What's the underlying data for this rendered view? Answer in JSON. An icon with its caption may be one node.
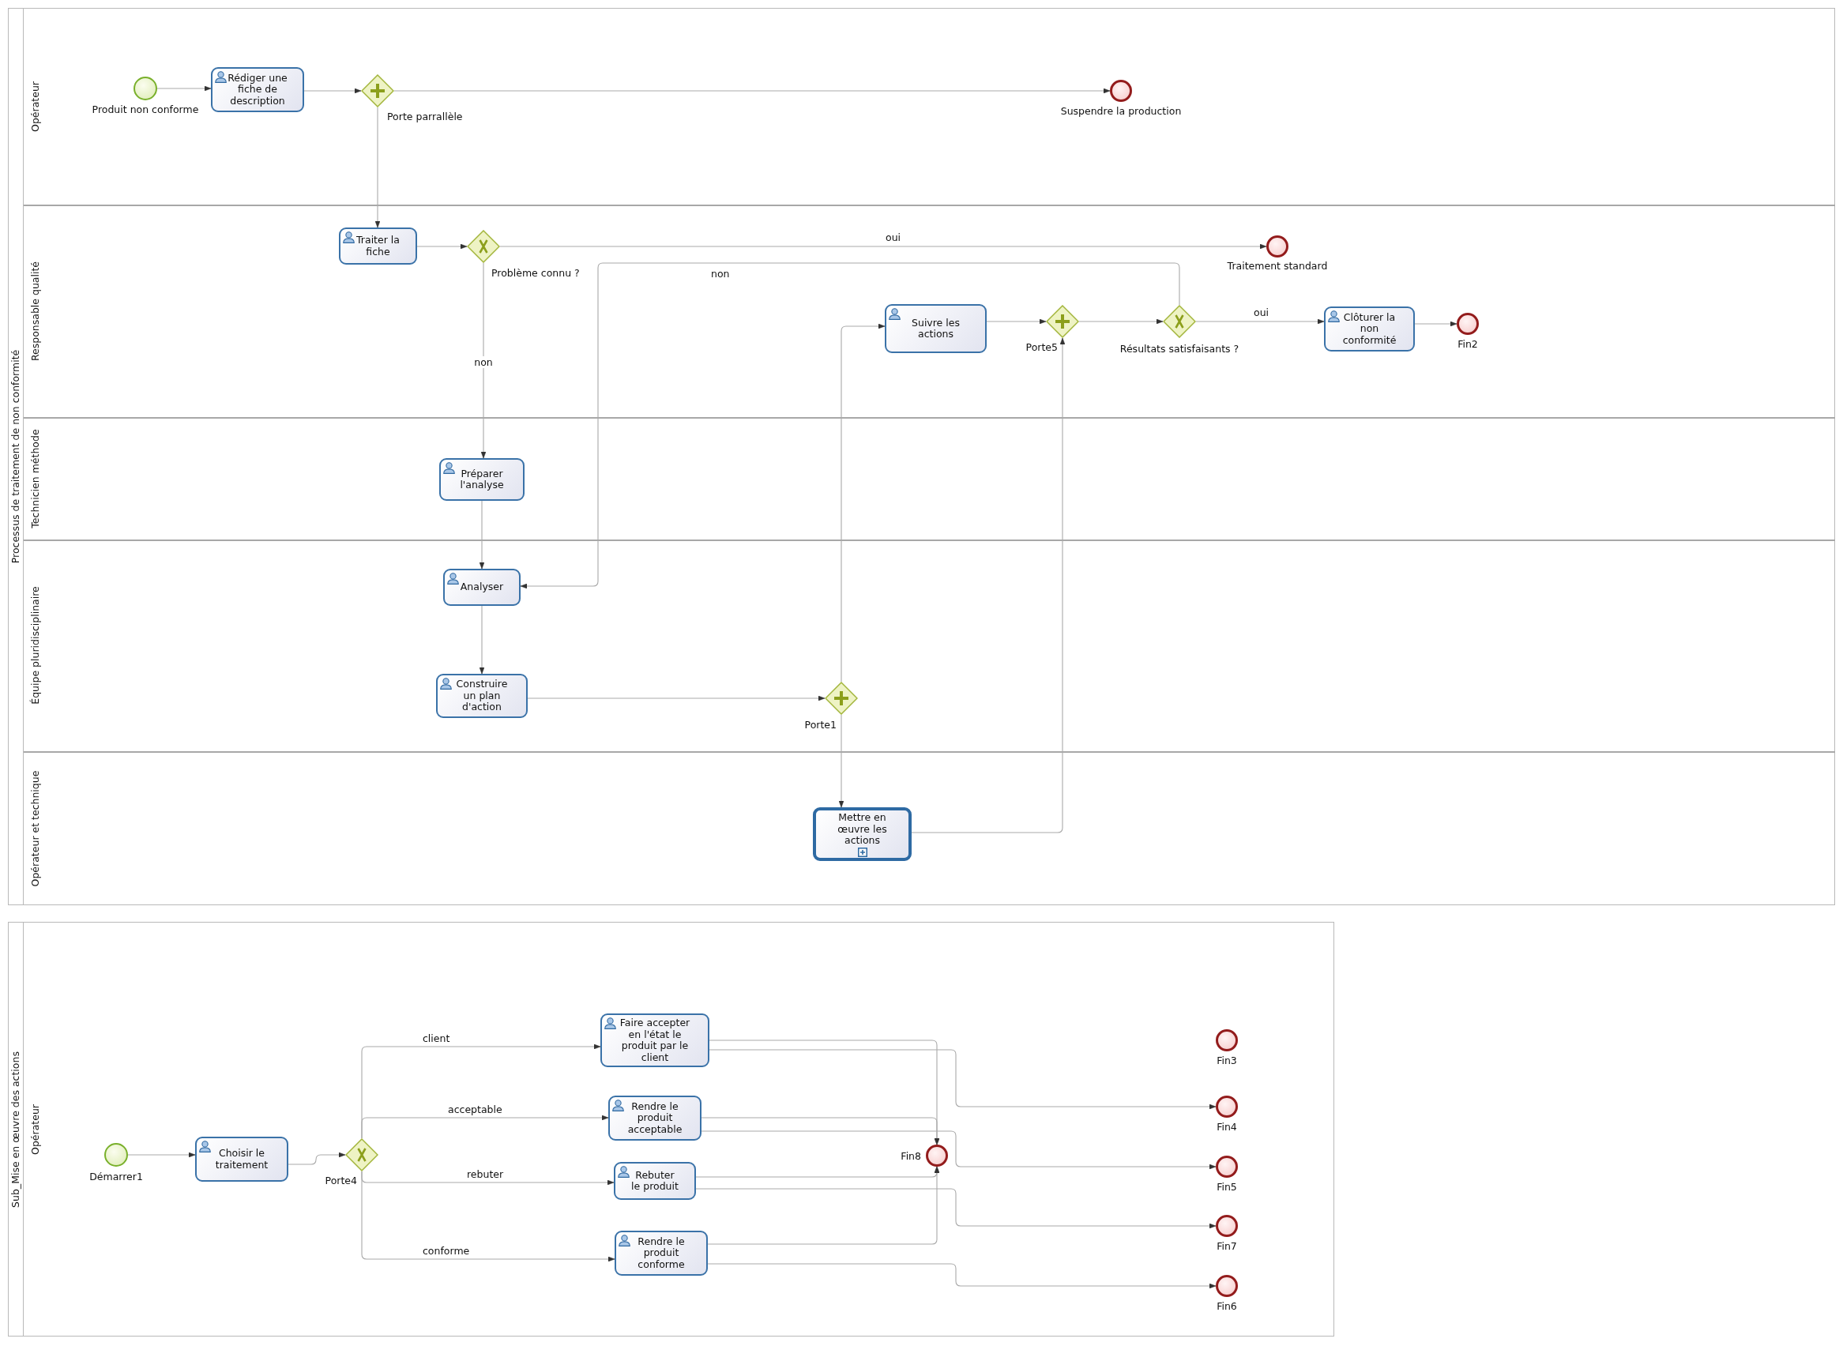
{
  "diagram": {
    "nodes": [
      {
        "text": [
          "Processus de traitement de non conformité"
        ]
      },
      {
        "text": [
          "Opérateur"
        ],
        "in": 0
      },
      {
        "text": [],
        "shape": "circle",
        "beside": [
          "Produit non conforme"
        ],
        "in": 1
      },
      {
        "text": [
          "Rédiger une fiche de description"
        ],
        "in": 1
      },
      {
        "text": [],
        "shape": "diamond",
        "beside": [
          "Porte parrallèle"
        ],
        "in": 1
      },
      {
        "text": [],
        "shape": "circle",
        "beside": [
          "Suspendre la production"
        ],
        "in": 1
      },
      {
        "text": [
          "Responsable qualité"
        ],
        "in": 0
      },
      {
        "text": [
          "Traiter la fiche"
        ],
        "in": 6
      },
      {
        "text": [],
        "shape": "diamond",
        "beside": [
          "Problème connu ?"
        ],
        "in": 6
      },
      {
        "text": [],
        "shape": "circle",
        "beside": [
          "Traitement standard"
        ],
        "in": 6
      },
      {
        "text": [
          "Suivre les actions"
        ],
        "in": 6
      },
      {
        "text": [],
        "shape": "diamond",
        "beside": [
          "Porte5"
        ],
        "in": 6
      },
      {
        "text": [],
        "shape": "diamond",
        "beside": [
          "Résultats satisfaisants ?"
        ],
        "in": 6
      },
      {
        "text": [
          "Clôturer la non conformité"
        ],
        "in": 6
      },
      {
        "text": [],
        "shape": "circle",
        "beside": [
          "Fin2"
        ],
        "in": 6
      },
      {
        "text": [
          "Technicien méthode"
        ],
        "in": 0
      },
      {
        "text": [
          "Préparer l'analyse"
        ],
        "in": 15
      },
      {
        "text": [
          "Équipe pluridisciplinaire"
        ],
        "in": 0
      },
      {
        "text": [
          "Analyser"
        ],
        "in": 17
      },
      {
        "text": [
          "Construire un plan d'action"
        ],
        "in": 17
      },
      {
        "text": [],
        "shape": "diamond",
        "beside": [
          "Porte1"
        ],
        "in": 17
      },
      {
        "text": [
          "Opérateur et technique"
        ],
        "in": 0
      },
      {
        "text": [
          "Mettre en œuvre les actions"
        ],
        "in": 21
      },
      {
        "text": [
          "Sub_Mise en œuvre des actions"
        ]
      },
      {
        "text": [
          "Opérateur"
        ],
        "in": 23
      },
      {
        "text": [],
        "shape": "circle",
        "beside": [
          "Démarrer1"
        ],
        "in": 24
      },
      {
        "text": [
          "Choisir le traitement"
        ],
        "in": 24
      },
      {
        "text": [],
        "shape": "diamond",
        "beside": [
          "Porte4"
        ],
        "in": 24
      },
      {
        "text": [
          "Faire accepter en l'état le produit par le client"
        ],
        "in": 24
      },
      {
        "text": [
          "Rendre le produit acceptable"
        ],
        "in": 24
      },
      {
        "text": [
          "Rebuter le produit"
        ],
        "in": 24
      },
      {
        "text": [
          "Rendre le produit conforme"
        ],
        "in": 24
      },
      {
        "text": [],
        "shape": "circle",
        "beside": [
          "Fin8"
        ],
        "in": 24
      },
      {
        "text": [],
        "shape": "circle",
        "beside": [
          "Fin3"
        ],
        "in": 24
      },
      {
        "text": [],
        "shape": "circle",
        "beside": [
          "Fin4"
        ],
        "in": 24
      },
      {
        "text": [],
        "shape": "circle",
        "beside": [
          "Fin5"
        ],
        "in": 24
      },
      {
        "text": [],
        "shape": "circle",
        "beside": [
          "Fin7"
        ],
        "in": 24
      },
      {
        "text": [],
        "shape": "circle",
        "beside": [
          "Fin6"
        ],
        "in": 24
      }
    ],
    "edges": [
      {
        "from": 2,
        "to": 3,
        "arrow": "to"
      },
      {
        "from": 3,
        "to": 4,
        "arrow": "to"
      },
      {
        "from": 4,
        "to": 5,
        "arrow": "to"
      },
      {
        "from": 4,
        "to": 7,
        "arrow": "to"
      },
      {
        "from": 7,
        "to": 8,
        "arrow": "to"
      },
      {
        "from": 8,
        "to": 9,
        "arrow": "to",
        "label": "oui"
      },
      {
        "from": 8,
        "to": 16,
        "arrow": "to",
        "label": "non"
      },
      {
        "from": 16,
        "to": 18,
        "arrow": "to"
      },
      {
        "from": 12,
        "to": 18,
        "arrow": "to",
        "label": "non"
      },
      {
        "from": 18,
        "to": 19,
        "arrow": "to"
      },
      {
        "from": 19,
        "to": 20,
        "arrow": "to"
      },
      {
        "from": 20,
        "to": 10,
        "arrow": "to"
      },
      {
        "from": 20,
        "to": 22,
        "arrow": "to"
      },
      {
        "from": 22,
        "to": 11,
        "arrow": "to"
      },
      {
        "from": 10,
        "to": 11,
        "arrow": "to"
      },
      {
        "from": 11,
        "to": 12,
        "arrow": "to"
      },
      {
        "from": 12,
        "to": 13,
        "arrow": "to",
        "label": "oui"
      },
      {
        "from": 13,
        "to": 14,
        "arrow": "to"
      },
      {
        "from": 25,
        "to": 26,
        "arrow": "to"
      },
      {
        "from": 26,
        "to": 27,
        "arrow": "to"
      },
      {
        "from": 27,
        "to": 28,
        "arrow": "to",
        "label": "client"
      },
      {
        "from": 27,
        "to": 29,
        "arrow": "to",
        "label": "acceptable"
      },
      {
        "from": 27,
        "to": 30,
        "arrow": "to",
        "label": "rebuter"
      },
      {
        "from": 27,
        "to": 31,
        "arrow": "to",
        "label": "conforme"
      },
      {
        "from": 28,
        "to": 32,
        "arrow": "to"
      },
      {
        "from": 28,
        "to": 34,
        "arrow": "to"
      },
      {
        "from": 29,
        "to": 32,
        "arrow": "to"
      },
      {
        "from": 29,
        "to": 35,
        "arrow": "to"
      },
      {
        "from": 30,
        "to": 32,
        "arrow": "to"
      },
      {
        "from": 30,
        "to": 36,
        "arrow": "to"
      },
      {
        "from": 31,
        "to": 32,
        "arrow": "to"
      },
      {
        "from": 31,
        "to": 37,
        "arrow": "to"
      }
    ]
  }
}
